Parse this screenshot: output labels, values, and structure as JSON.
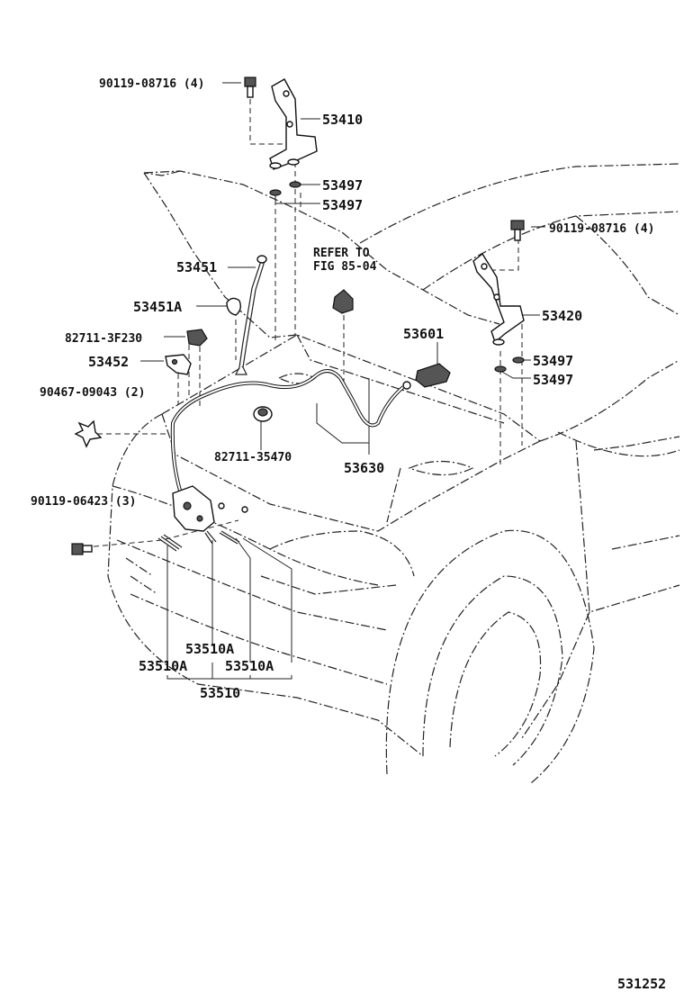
{
  "diagram_id": "531252",
  "labels": {
    "bolt_top_left": "90119-08716 (4)",
    "hinge_left": "53410",
    "washer_1": "53497",
    "washer_2": "53497",
    "bolt_top_right": "90119-08716 (4)",
    "refer_line1": "REFER TO",
    "refer_line2": "FIG 85-04",
    "support_rod": "53451",
    "rod_holder": "53451A",
    "clip_a": "82711-3F230",
    "bracket": "53452",
    "clip_b": "90467-09043 (2)",
    "hinge_right": "53420",
    "washer_3": "53497",
    "washer_4": "53497",
    "lever": "53601",
    "clamp": "82711-35470",
    "cable": "53630",
    "bolt_lock": "90119-06423 (3)",
    "lock_sub_center": "53510A",
    "lock_sub_left": "53510A",
    "lock_sub_right": "53510A",
    "lock_assy": "53510"
  }
}
